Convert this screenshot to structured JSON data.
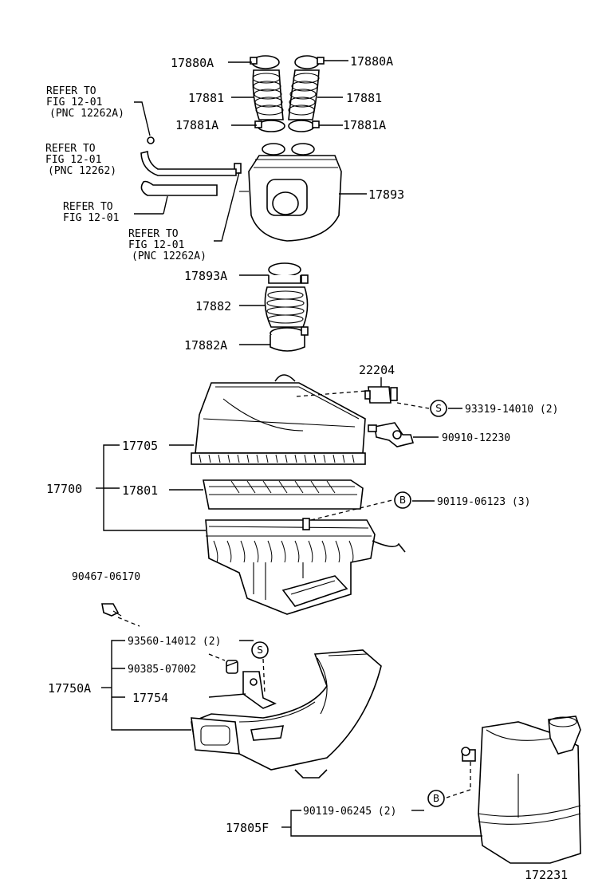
{
  "refs": {
    "r1": [
      "REFER TO",
      "FIG 12-01",
      "(PNC 12262A)"
    ],
    "r2": [
      "REFER TO",
      "FIG 12-01",
      "(PNC 12262)"
    ],
    "r3": [
      "REFER TO",
      "FIG 12-01"
    ],
    "r4": [
      "REFER TO",
      "FIG 12-01",
      "(PNC 12262A)"
    ]
  },
  "labels": {
    "p17880A_left": "17880A",
    "p17880A_right": "17880A",
    "p17881_left": "17881",
    "p17881_right": "17881",
    "p17881A_left": "17881A",
    "p17881A_right": "17881A",
    "p17893": "17893",
    "p17893A": "17893A",
    "p17882": "17882",
    "p17882A": "17882A",
    "p22204": "22204",
    "p93319": "93319-14010 (2)",
    "p90910": "90910-12230",
    "p17705": "17705",
    "p17700": "17700",
    "p17801": "17801",
    "p90119_06123": "90119-06123 (3)",
    "p90467": "90467-06170",
    "p93560": "93560-14012 (2)",
    "p90385": "90385-07002",
    "p17750A": "17750A",
    "p17754": "17754",
    "p90119_06245": "90119-06245 (2)",
    "p17805F": "17805F",
    "figure_number": "172231"
  },
  "symbols": {
    "s_top": "S",
    "s_lower": "S",
    "b_mid": "B",
    "b_lower": "B"
  }
}
